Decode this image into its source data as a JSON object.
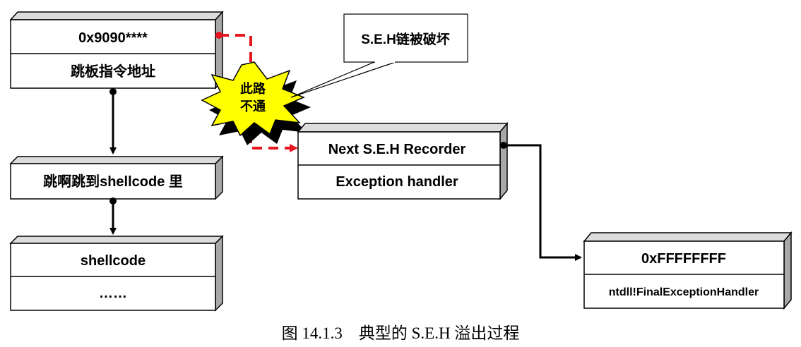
{
  "stack_left": {
    "box1": {
      "top": "0x9090****",
      "bottom": "跳板指令地址"
    },
    "box2": {
      "label": "跳啊跳到shellcode 里"
    },
    "box3": {
      "top": "shellcode",
      "bottom": "……"
    }
  },
  "burst": {
    "line1": "此路",
    "line2": "不通"
  },
  "callout": {
    "text": "S.E.H链被破坏"
  },
  "seh_record": {
    "next": "Next S.E.H Recorder",
    "handler": "Exception handler"
  },
  "final_record": {
    "value": "0xFFFFFFFF",
    "handler": "ntdll!FinalExceptionHandler"
  },
  "caption": {
    "text": "图 14.1.3　典型的 S.E.H 溢出过程"
  },
  "colors": {
    "box_fill": "#ffffff",
    "side_shade": "#a8a8a8",
    "top_shade": "#dcdcdc",
    "dashed_arrow": "#e8141e",
    "burst_fill": "#ffff00",
    "burst_shadow": "#000000"
  }
}
